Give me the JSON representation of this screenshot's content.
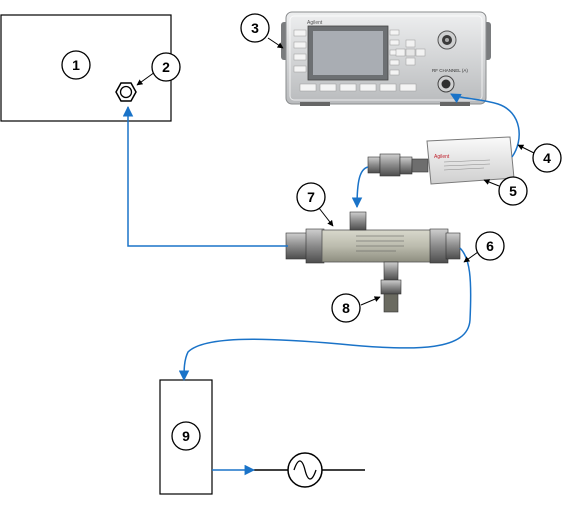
{
  "callouts": [
    {
      "id": "1",
      "label": "1"
    },
    {
      "id": "2",
      "label": "2"
    },
    {
      "id": "3",
      "label": "3"
    },
    {
      "id": "4",
      "label": "4"
    },
    {
      "id": "5",
      "label": "5"
    },
    {
      "id": "6",
      "label": "6"
    },
    {
      "id": "7",
      "label": "7"
    },
    {
      "id": "8",
      "label": "8"
    },
    {
      "id": "9",
      "label": "9"
    }
  ],
  "meter": {
    "brand": "Agilent",
    "channel_label": "RF CHANNEL (A)"
  },
  "sensor": {
    "brand": "Agilent"
  },
  "colors": {
    "cable": "#1a73c8",
    "outline": "#000000",
    "meter_body": "#d9dadb",
    "meter_screen": "#a9adb3",
    "sensor_body": "#eeeeee",
    "coupler_body": "#bfbfb3"
  }
}
